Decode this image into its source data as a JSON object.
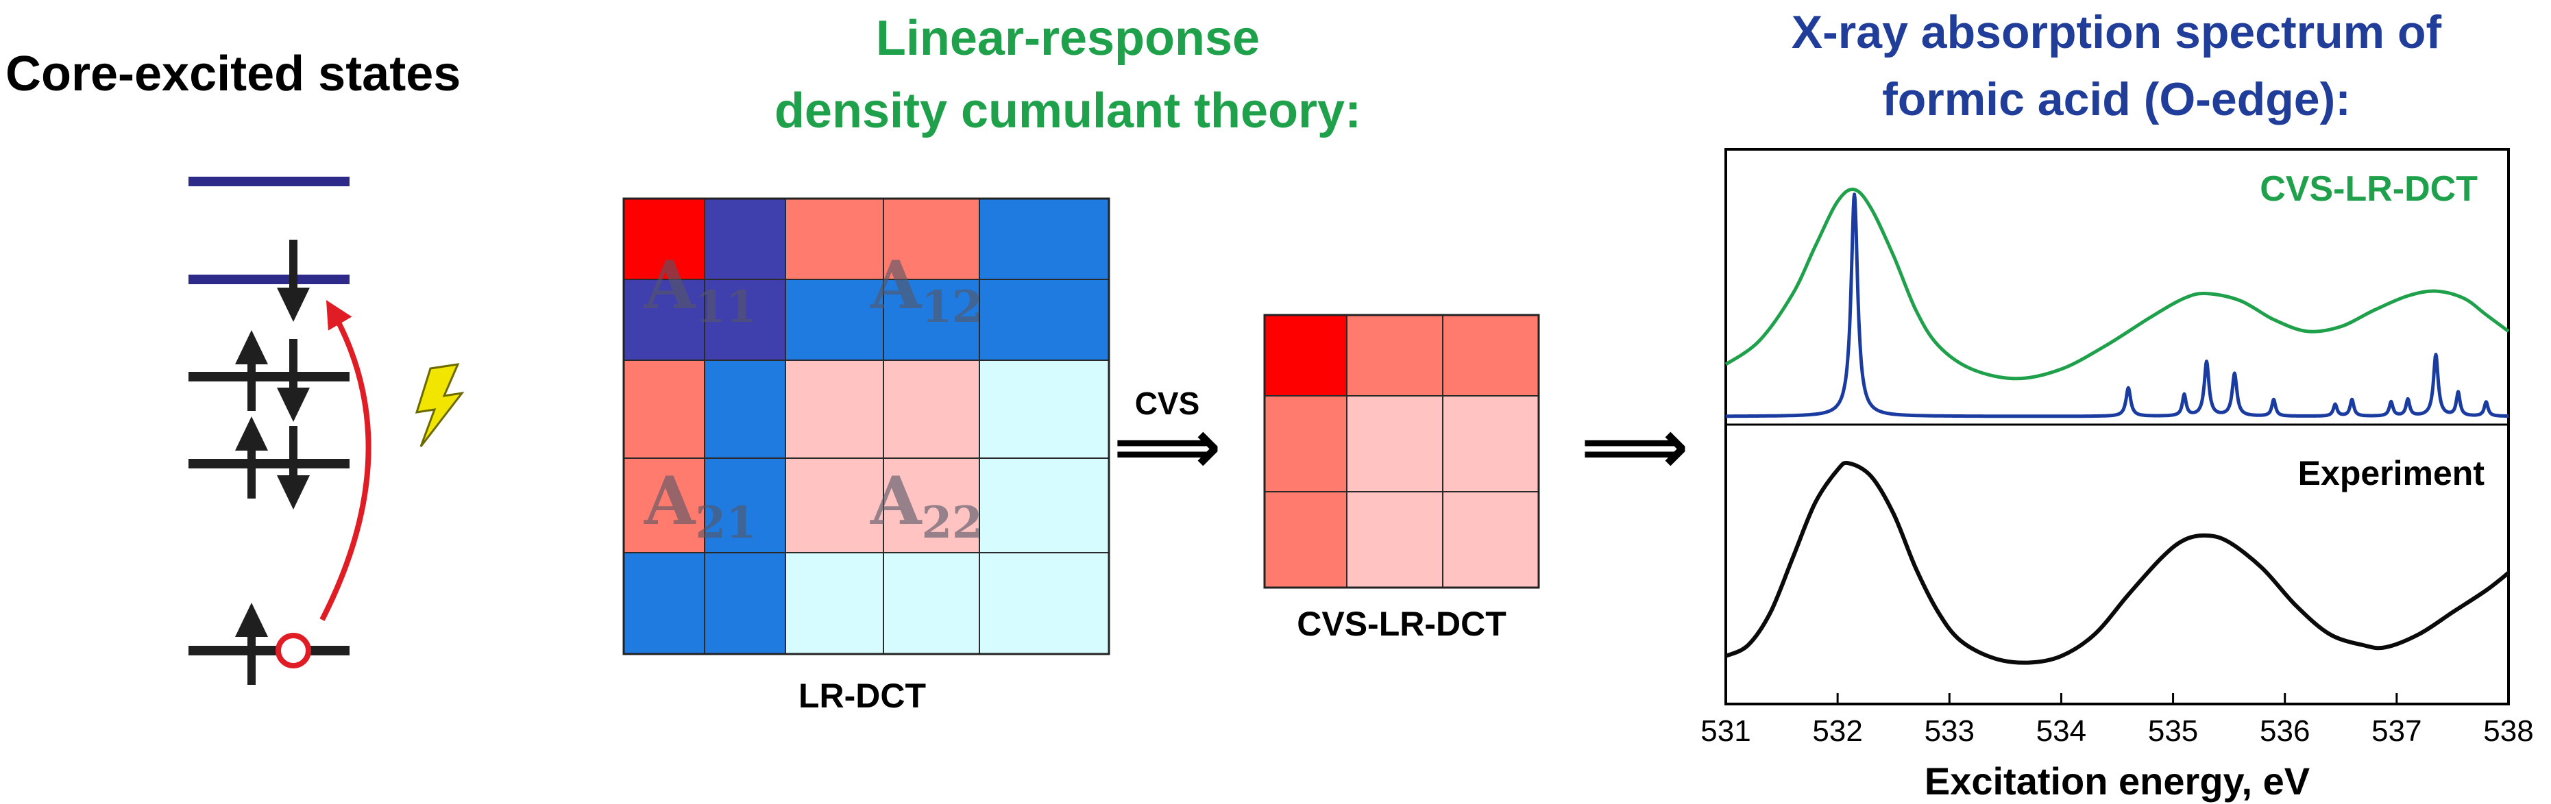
{
  "left_panel": {
    "title": "Core-excited states",
    "level_color": "#2e2a8a",
    "arrow_color": "#1f1f1f",
    "excitation_color": "#e01c24",
    "bolt_color": "#f2e600"
  },
  "middle_panel": {
    "title_line1": "Linear-response",
    "title_line2": "density cumulant theory:",
    "title_color": "#1fa04a",
    "matrix_label": "LR-DCT",
    "small_matrix_label": "CVS-LR-DCT",
    "cvs_label": "CVS",
    "arrow_glyph": "⟹",
    "blocks": {
      "a11": {
        "main": "A",
        "sub": "11"
      },
      "a12": {
        "main": "A",
        "sub": "12"
      },
      "a21": {
        "main": "A",
        "sub": "21"
      },
      "a22": {
        "main": "A",
        "sub": "22"
      }
    },
    "colors": {
      "red": "#ff0000",
      "salmon": "#ff7b6e",
      "pink": "#ffc4c2",
      "navy": "#3f3fae",
      "blue": "#1f7be0",
      "cyan": "#d6fcff"
    },
    "big_grid": [
      [
        "red",
        "navy",
        "salmon",
        "salmon",
        "blue"
      ],
      [
        "navy",
        "navy",
        "blue",
        "blue",
        "blue"
      ],
      [
        "salmon",
        "blue",
        "pink",
        "pink",
        "cyan"
      ],
      [
        "salmon",
        "blue",
        "pink",
        "pink",
        "cyan"
      ],
      [
        "blue",
        "blue",
        "cyan",
        "cyan",
        "cyan"
      ]
    ],
    "small_grid": [
      [
        "red",
        "salmon",
        "salmon"
      ],
      [
        "salmon",
        "pink",
        "pink"
      ],
      [
        "salmon",
        "pink",
        "pink"
      ]
    ]
  },
  "right_panel": {
    "title_line1": "X-ray absorption spectrum of",
    "title_line2": "formic acid (O-edge):",
    "title_color": "#1f3d99",
    "implies_glyph": "⟹"
  },
  "chart_data": {
    "type": "line",
    "title": "",
    "xlabel": "Excitation energy, eV",
    "ylabel": "",
    "xlim": [
      531,
      538
    ],
    "x_ticks": [
      "531",
      "532",
      "533",
      "534",
      "535",
      "536",
      "537",
      "538"
    ],
    "grid": false,
    "series": [
      {
        "name": "CVS-LR-DCT",
        "color": "#1fa04a",
        "panel": "top",
        "points": [
          [
            531.0,
            0.22
          ],
          [
            531.3,
            0.32
          ],
          [
            531.6,
            0.52
          ],
          [
            531.8,
            0.72
          ],
          [
            532.0,
            0.91
          ],
          [
            532.15,
            0.96
          ],
          [
            532.3,
            0.88
          ],
          [
            532.5,
            0.68
          ],
          [
            532.7,
            0.45
          ],
          [
            532.9,
            0.3
          ],
          [
            533.2,
            0.2
          ],
          [
            533.6,
            0.16
          ],
          [
            534.0,
            0.2
          ],
          [
            534.4,
            0.3
          ],
          [
            534.8,
            0.42
          ],
          [
            535.1,
            0.5
          ],
          [
            535.3,
            0.52
          ],
          [
            535.6,
            0.49
          ],
          [
            535.9,
            0.41
          ],
          [
            536.2,
            0.36
          ],
          [
            536.5,
            0.38
          ],
          [
            536.8,
            0.45
          ],
          [
            537.1,
            0.51
          ],
          [
            537.35,
            0.53
          ],
          [
            537.6,
            0.5
          ],
          [
            537.8,
            0.43
          ],
          [
            538.0,
            0.36
          ]
        ]
      },
      {
        "name": "",
        "color": "#1a3ca0",
        "panel": "top",
        "peaks": [
          [
            532.15,
            0.94,
            0.035
          ],
          [
            534.6,
            0.12,
            0.025
          ],
          [
            535.1,
            0.09,
            0.02
          ],
          [
            535.3,
            0.23,
            0.025
          ],
          [
            535.55,
            0.18,
            0.025
          ],
          [
            535.9,
            0.07,
            0.02
          ],
          [
            536.45,
            0.05,
            0.02
          ],
          [
            536.6,
            0.07,
            0.02
          ],
          [
            536.95,
            0.06,
            0.02
          ],
          [
            537.1,
            0.07,
            0.02
          ],
          [
            537.35,
            0.26,
            0.025
          ],
          [
            537.55,
            0.1,
            0.02
          ],
          [
            537.8,
            0.06,
            0.02
          ]
        ]
      },
      {
        "name": "Experiment",
        "color": "#0a0a0a",
        "panel": "bottom",
        "points": [
          [
            531.0,
            0.1
          ],
          [
            531.2,
            0.15
          ],
          [
            531.4,
            0.3
          ],
          [
            531.6,
            0.55
          ],
          [
            531.8,
            0.8
          ],
          [
            532.0,
            0.95
          ],
          [
            532.1,
            0.98
          ],
          [
            532.3,
            0.92
          ],
          [
            532.5,
            0.75
          ],
          [
            532.7,
            0.5
          ],
          [
            532.9,
            0.3
          ],
          [
            533.1,
            0.17
          ],
          [
            533.4,
            0.09
          ],
          [
            533.7,
            0.07
          ],
          [
            534.0,
            0.1
          ],
          [
            534.3,
            0.2
          ],
          [
            534.6,
            0.38
          ],
          [
            534.9,
            0.55
          ],
          [
            535.1,
            0.63
          ],
          [
            535.3,
            0.65
          ],
          [
            535.5,
            0.62
          ],
          [
            535.8,
            0.5
          ],
          [
            536.1,
            0.33
          ],
          [
            536.4,
            0.2
          ],
          [
            536.7,
            0.15
          ],
          [
            536.9,
            0.14
          ],
          [
            537.2,
            0.2
          ],
          [
            537.5,
            0.3
          ],
          [
            537.8,
            0.4
          ],
          [
            538.0,
            0.48
          ]
        ]
      }
    ]
  }
}
